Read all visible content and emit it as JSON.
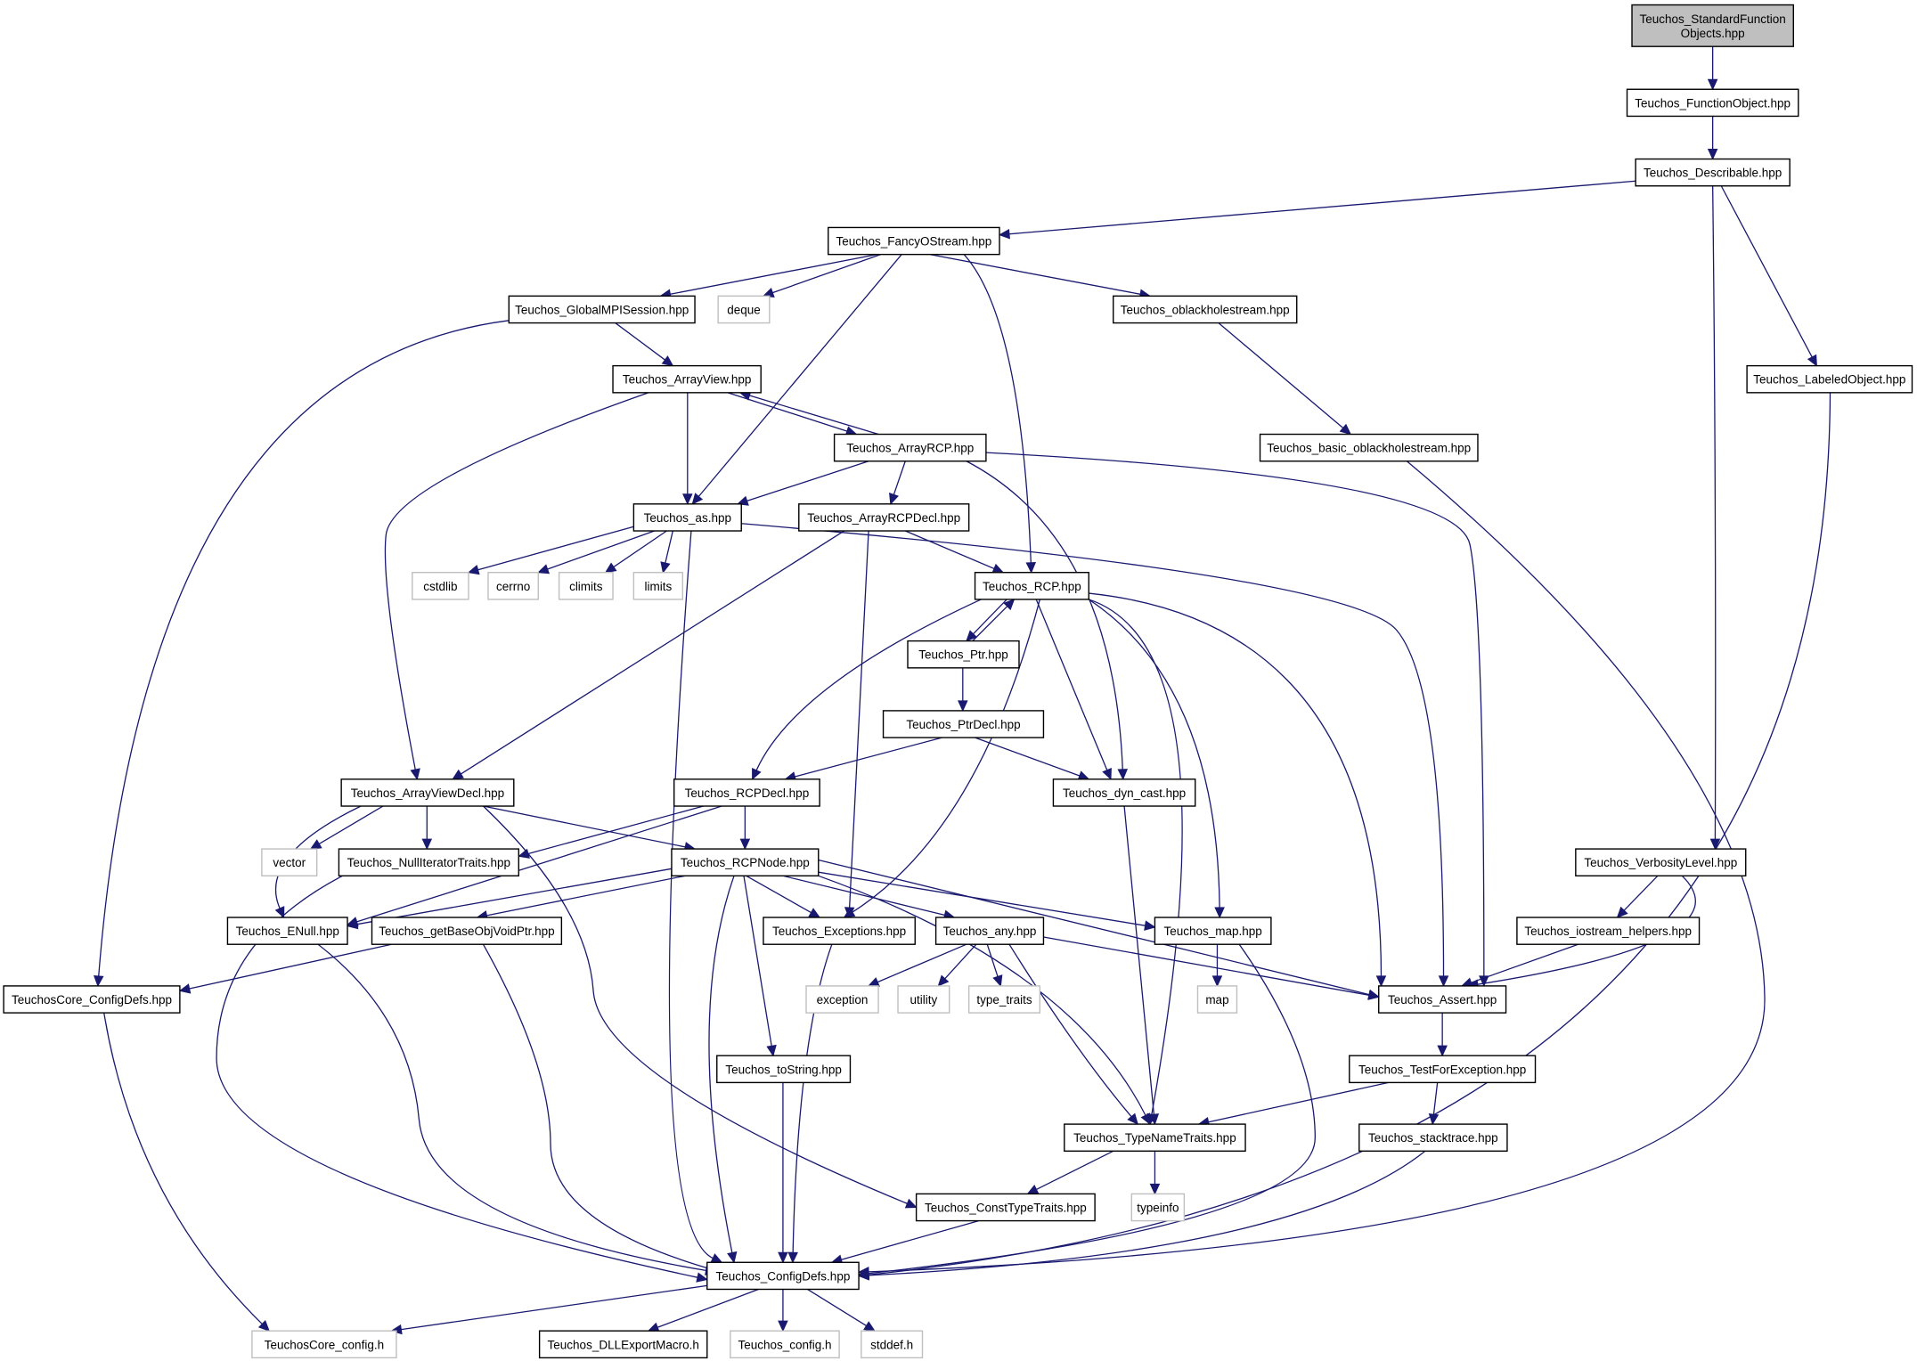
{
  "graph": {
    "nodes": [
      {
        "id": "sfo",
        "lines": [
          "Teuchos_StandardFunction",
          "Objects.hpp"
        ],
        "root": true
      },
      {
        "id": "fo",
        "lines": [
          "Teuchos_FunctionObject.hpp"
        ]
      },
      {
        "id": "desc",
        "lines": [
          "Teuchos_Describable.hpp"
        ]
      },
      {
        "id": "fos",
        "lines": [
          "Teuchos_FancyOStream.hpp"
        ]
      },
      {
        "id": "gmpi",
        "lines": [
          "Teuchos_GlobalMPISession.hpp"
        ]
      },
      {
        "id": "deque",
        "lines": [
          "deque"
        ],
        "external": true
      },
      {
        "id": "obhs",
        "lines": [
          "Teuchos_oblackholestream.hpp"
        ]
      },
      {
        "id": "lobj",
        "lines": [
          "Teuchos_LabeledObject.hpp"
        ]
      },
      {
        "id": "av",
        "lines": [
          "Teuchos_ArrayView.hpp"
        ]
      },
      {
        "id": "arcp",
        "lines": [
          "Teuchos_ArrayRCP.hpp"
        ]
      },
      {
        "id": "bobhs",
        "lines": [
          "Teuchos_basic_oblackholestream.hpp"
        ]
      },
      {
        "id": "as",
        "lines": [
          "Teuchos_as.hpp"
        ]
      },
      {
        "id": "arcpd",
        "lines": [
          "Teuchos_ArrayRCPDecl.hpp"
        ]
      },
      {
        "id": "cstdlib",
        "lines": [
          "cstdlib"
        ],
        "external": true
      },
      {
        "id": "cerrno",
        "lines": [
          "cerrno"
        ],
        "external": true
      },
      {
        "id": "climits",
        "lines": [
          "climits"
        ],
        "external": true
      },
      {
        "id": "limits",
        "lines": [
          "limits"
        ],
        "external": true
      },
      {
        "id": "rcp",
        "lines": [
          "Teuchos_RCP.hpp"
        ]
      },
      {
        "id": "ptr",
        "lines": [
          "Teuchos_Ptr.hpp"
        ]
      },
      {
        "id": "ptrd",
        "lines": [
          "Teuchos_PtrDecl.hpp"
        ]
      },
      {
        "id": "avd",
        "lines": [
          "Teuchos_ArrayViewDecl.hpp"
        ]
      },
      {
        "id": "rcpd",
        "lines": [
          "Teuchos_RCPDecl.hpp"
        ]
      },
      {
        "id": "dyn",
        "lines": [
          "Teuchos_dyn_cast.hpp"
        ]
      },
      {
        "id": "vector",
        "lines": [
          "vector"
        ],
        "external": true
      },
      {
        "id": "nit",
        "lines": [
          "Teuchos_NullIteratorTraits.hpp"
        ]
      },
      {
        "id": "rcpn",
        "lines": [
          "Teuchos_RCPNode.hpp"
        ]
      },
      {
        "id": "verb",
        "lines": [
          "Teuchos_VerbosityLevel.hpp"
        ]
      },
      {
        "id": "enull",
        "lines": [
          "Teuchos_ENull.hpp"
        ]
      },
      {
        "id": "gbovp",
        "lines": [
          "Teuchos_getBaseObjVoidPtr.hpp"
        ]
      },
      {
        "id": "exc",
        "lines": [
          "Teuchos_Exceptions.hpp"
        ]
      },
      {
        "id": "any",
        "lines": [
          "Teuchos_any.hpp"
        ]
      },
      {
        "id": "map",
        "lines": [
          "Teuchos_map.hpp"
        ]
      },
      {
        "id": "ioh",
        "lines": [
          "Teuchos_iostream_helpers.hpp"
        ]
      },
      {
        "id": "ccd",
        "lines": [
          "TeuchosCore_ConfigDefs.hpp"
        ]
      },
      {
        "id": "exception",
        "lines": [
          "exception"
        ],
        "external": true
      },
      {
        "id": "utility",
        "lines": [
          "utility"
        ],
        "external": true
      },
      {
        "id": "typetraits",
        "lines": [
          "type_traits"
        ],
        "external": true
      },
      {
        "id": "mapstd",
        "lines": [
          "map"
        ],
        "external": true
      },
      {
        "id": "assert",
        "lines": [
          "Teuchos_Assert.hpp"
        ]
      },
      {
        "id": "tostr",
        "lines": [
          "Teuchos_toString.hpp"
        ]
      },
      {
        "id": "tfe",
        "lines": [
          "Teuchos_TestForException.hpp"
        ]
      },
      {
        "id": "tnt",
        "lines": [
          "Teuchos_TypeNameTraits.hpp"
        ]
      },
      {
        "id": "st",
        "lines": [
          "Teuchos_stacktrace.hpp"
        ]
      },
      {
        "id": "ctt",
        "lines": [
          "Teuchos_ConstTypeTraits.hpp"
        ]
      },
      {
        "id": "typeinfo",
        "lines": [
          "typeinfo"
        ],
        "external": true
      },
      {
        "id": "cd",
        "lines": [
          "Teuchos_ConfigDefs.hpp"
        ]
      },
      {
        "id": "tcc",
        "lines": [
          "TeuchosCore_config.h"
        ],
        "external": true
      },
      {
        "id": "dll",
        "lines": [
          "Teuchos_DLLExportMacro.h"
        ]
      },
      {
        "id": "tc",
        "lines": [
          "Teuchos_config.h"
        ],
        "external": true
      },
      {
        "id": "stddef",
        "lines": [
          "stddef.h"
        ],
        "external": true
      }
    ]
  }
}
